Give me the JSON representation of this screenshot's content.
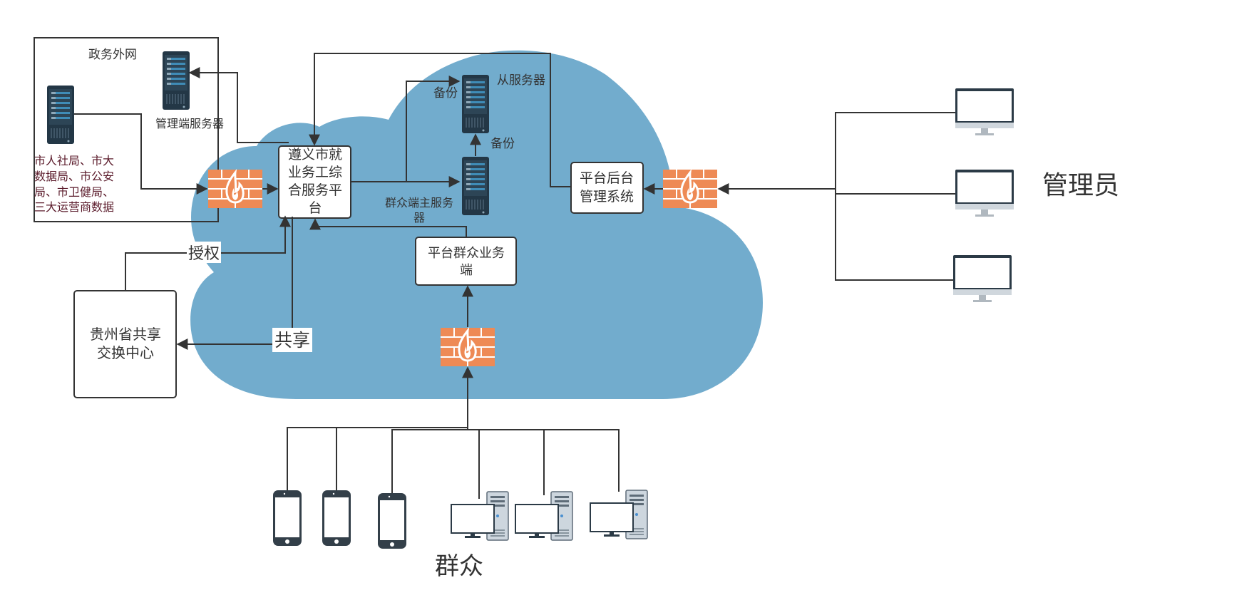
{
  "labels": {
    "gov_extranet": "政务外网",
    "admin_server": "管理端服务器",
    "data_sources_1": "市人社局、市大",
    "data_sources_2": "数据局、市公安",
    "data_sources_3": "局、市卫健局、",
    "data_sources_4": "三大运营商数据",
    "platform_1": "遵义市就",
    "platform_2": "业务工综",
    "platform_3": "合服务平",
    "platform_4": "台",
    "backup_top": "备份",
    "slave_server": "从服务器",
    "backup_mid": "备份",
    "master_server_1": "群众端主服务",
    "master_server_2": "器",
    "backend_1": "平台后台",
    "backend_2": "管理系统",
    "public_client_1": "平台群众业务",
    "public_client_2": "端",
    "authorize": "授权",
    "share": "共享",
    "exchange_1": "贵州省共享",
    "exchange_2": "交换中心",
    "admin": "管理员",
    "public": "群众"
  },
  "colors": {
    "cloud": "#72accd",
    "firewall": "#ee8a55",
    "server_dark": "#233746",
    "server_accent": "#2f7fa8",
    "data_source_text": "#5a1a2a"
  },
  "icons": {
    "firewall": "firewall-icon",
    "server": "server-icon",
    "monitor": "monitor-icon",
    "phone": "phone-icon",
    "desktop": "desktop-pc-icon"
  }
}
